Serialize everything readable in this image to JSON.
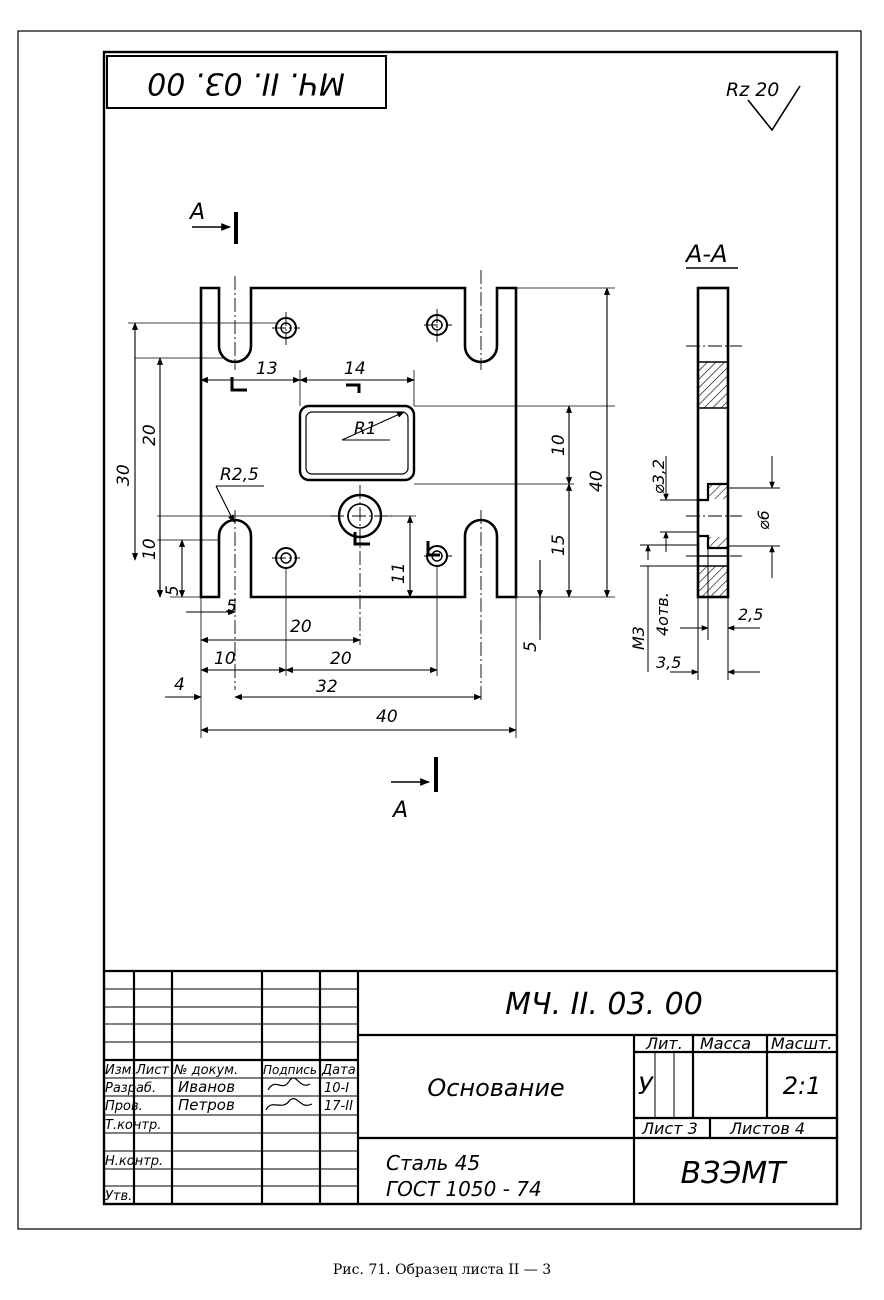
{
  "corner_code": "МЧ. II. 03. 00",
  "roughness": "Rz 20",
  "section_marker": "А",
  "section_title": "А-А",
  "radius_labels": [
    "R1",
    "R2,5"
  ],
  "front_dims": {
    "d13": "13",
    "d14": "14",
    "d30": "30",
    "d20v": "20",
    "d10v": "10",
    "d5v": "5",
    "d10r": "10",
    "d40r": "40",
    "d15r": "15",
    "d11": "11",
    "d5b": "5",
    "d20a": "20",
    "d10b": "10",
    "d20b": "20",
    "d4": "4",
    "d32": "32",
    "d40b": "40",
    "d5r": "5"
  },
  "side_dims": {
    "phi32": "⌀3,2",
    "phi6": "⌀6",
    "m3": "М3",
    "holes": "4отв.",
    "d25": "2,5",
    "d35": "3,5"
  },
  "title_block": {
    "designation": "МЧ. II. 03. 00",
    "name": "Основание",
    "material_line1": "Сталь 45",
    "material_line2": "ГОСТ 1050 - 74",
    "organization": "ВЗЭМТ",
    "col_headers": [
      "Изм",
      "Лист",
      "№ докум.",
      "Подпись",
      "Дата"
    ],
    "rows": [
      {
        "role": "Разраб.",
        "name": "Иванов",
        "date": "10-I"
      },
      {
        "role": "Пров.",
        "name": "Петров",
        "date": "17-II"
      },
      {
        "role": "Т.контр.",
        "name": "",
        "date": ""
      },
      {
        "role": "Н.контр.",
        "name": "",
        "date": ""
      },
      {
        "role": "Утв.",
        "name": "",
        "date": ""
      }
    ],
    "lit_label": "Лит.",
    "lit_value": "У",
    "mass_label": "Масса",
    "scale_label": "Масшт.",
    "scale_value": "2:1",
    "sheet_label": "Лист 3",
    "sheets_label": "Листов 4"
  },
  "caption": "Рис. 71. Образец листа II — 3"
}
